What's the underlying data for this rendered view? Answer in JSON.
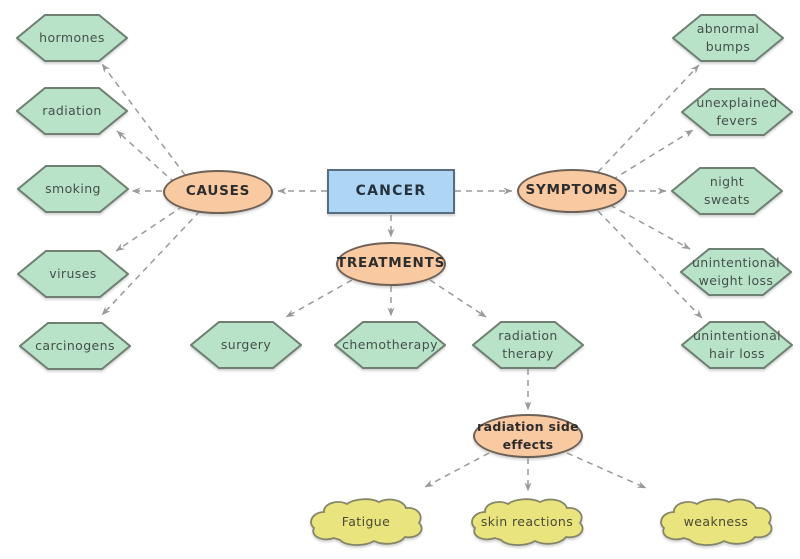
{
  "nodes": {
    "cancer": "CANCER",
    "causes": "CAUSES",
    "symptoms": "SYMPTOMS",
    "treatments": "TREATMENTS",
    "side_effects": "radiation side\neffects"
  },
  "causes": [
    "hormones",
    "radiation",
    "smoking",
    "viruses",
    "carcinogens"
  ],
  "symptoms": [
    "abnormal\nbumps",
    "unexplained\nfevers",
    "night\nsweats",
    "unintentional\nweight loss",
    "unintentional\nhair loss"
  ],
  "treatments": [
    "surgery",
    "chemotherapy",
    "radiation\ntherapy"
  ],
  "side_effects": [
    "Fatigue",
    "skin reactions",
    "weakness"
  ],
  "colors": {
    "hex_fill": "#b9e3c9",
    "hex_border": "#6f7f72",
    "ellipse_fill": "#f9c9a1",
    "ellipse_border": "#6e6157",
    "rect_fill": "#aed5f3",
    "rect_border": "#566e80",
    "cloud_fill": "#e9e47d",
    "cloud_border": "#85856a",
    "arrow": "#9a9a9a",
    "text_title": "#2d2d2d",
    "text_node": "#45504a",
    "text_cancer": "#25323e"
  }
}
